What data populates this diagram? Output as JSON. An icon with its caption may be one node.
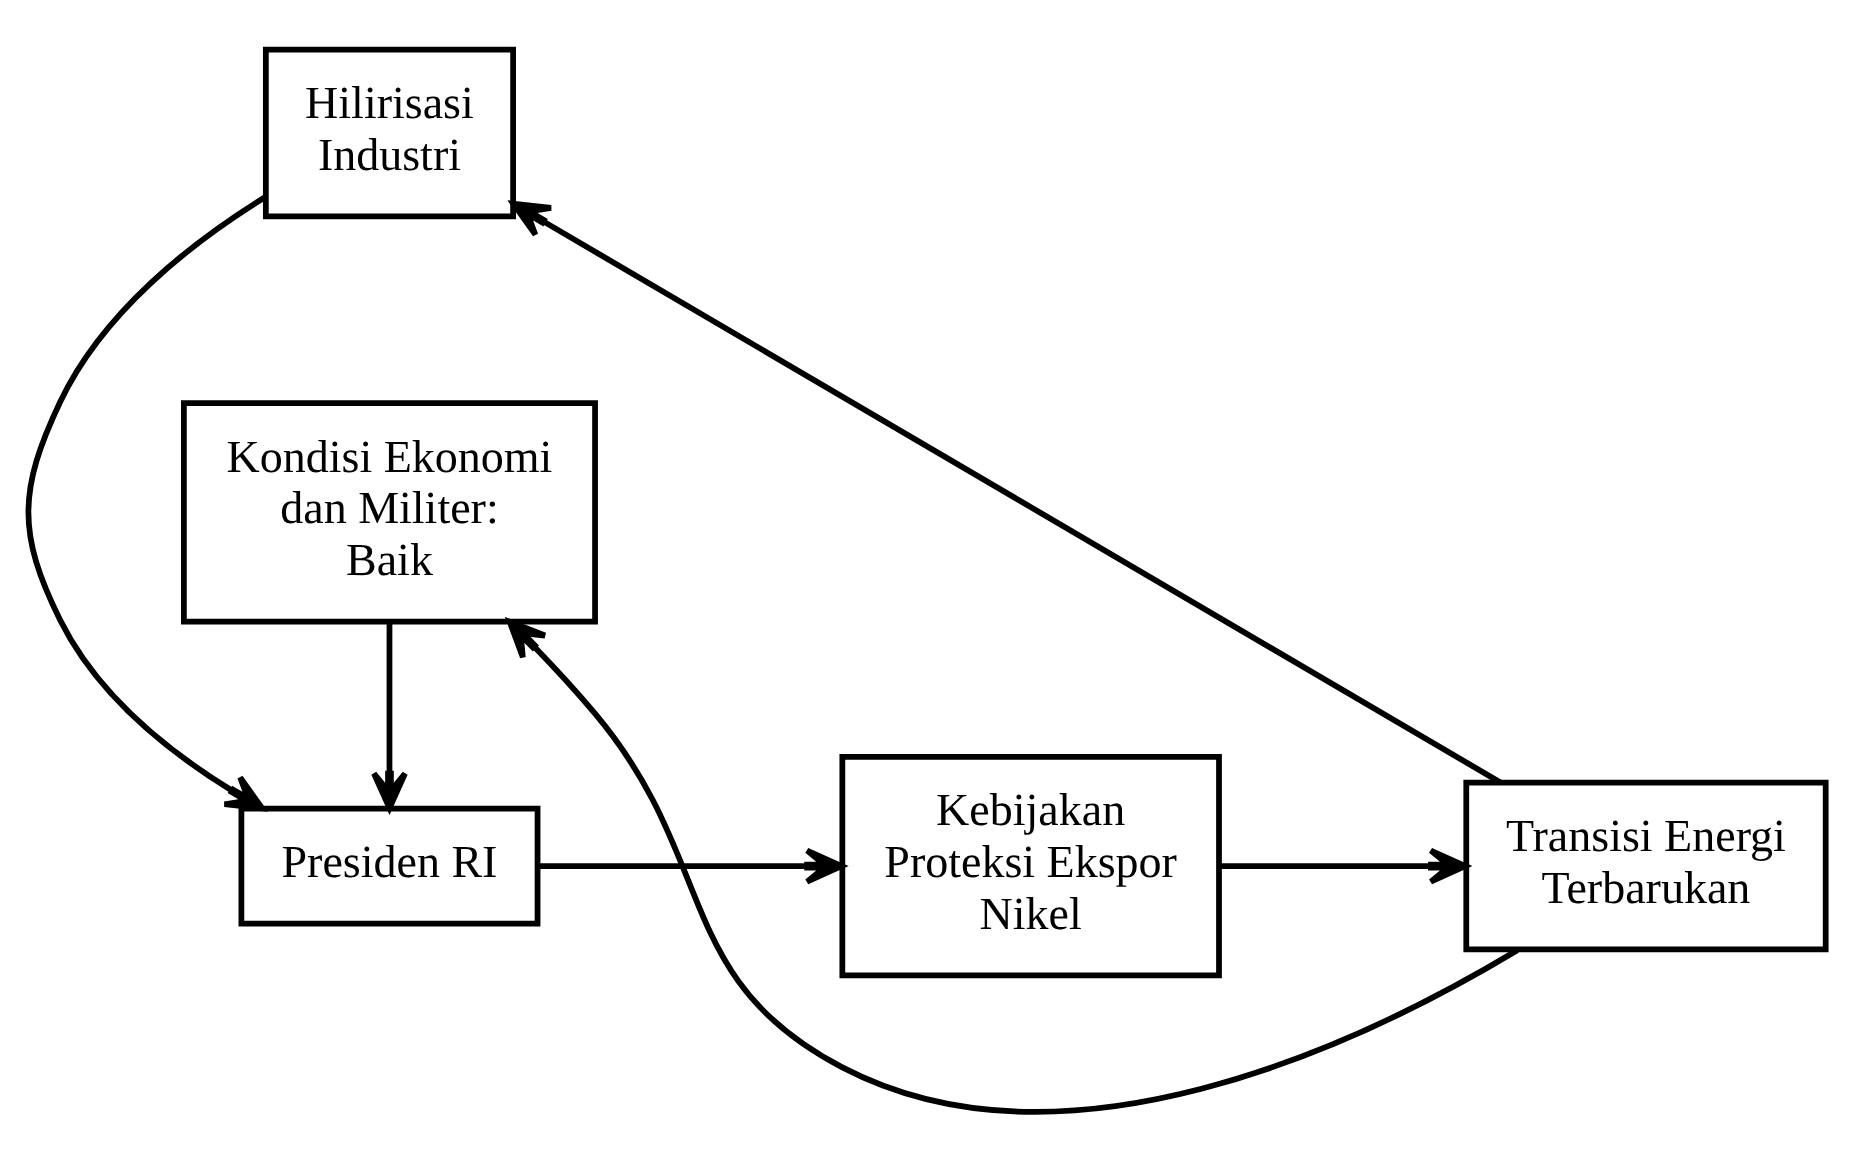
{
  "diagram": {
    "nodes": [
      {
        "text": [
          "Hilirisasi Industri"
        ]
      },
      {
        "text": [
          "Presiden RI"
        ]
      },
      {
        "text": [
          "Kebijakan Proteksi Ekspor Nikel"
        ]
      },
      {
        "text": [
          "Transisi Energi Terbarukan"
        ]
      },
      {
        "text": [
          "Kondisi Ekonomi dan Militer: Baik"
        ]
      }
    ],
    "edges": [
      {
        "from": 0,
        "to": 1,
        "arrow": "to"
      },
      {
        "from": 1,
        "to": 2,
        "arrow": "to"
      },
      {
        "from": 2,
        "to": 3,
        "arrow": "to"
      },
      {
        "from": 3,
        "to": 0,
        "arrow": "to"
      },
      {
        "from": 3,
        "to": 4,
        "arrow": "to"
      },
      {
        "from": 4,
        "to": 1,
        "arrow": "to"
      }
    ]
  }
}
